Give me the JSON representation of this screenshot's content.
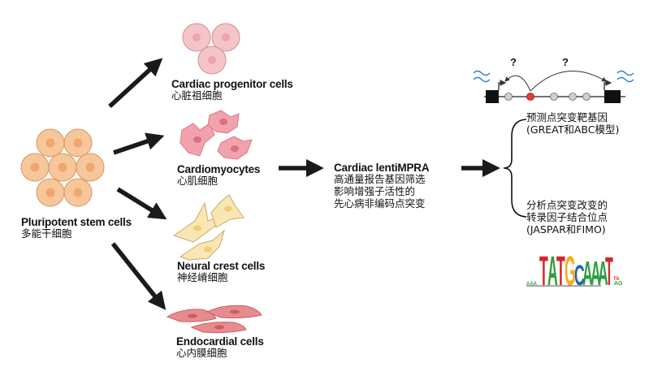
{
  "cell_types": {
    "pluripotent": {
      "en": "Pluripotent stem cells",
      "zh": "多能干细胞"
    },
    "progenitor": {
      "en": "Cardiac progenitor cells",
      "zh": "心脏祖细胞"
    },
    "cardiomyocytes": {
      "en": "Cardiomyocytes",
      "zh": "心肌细胞"
    },
    "neural_crest": {
      "en": "Neural crest cells",
      "zh": "神经嵴细胞"
    },
    "endocardial": {
      "en": "Endocardial cells",
      "zh": "心内膜细胞"
    }
  },
  "assay": {
    "title": "Cardiac lentiMPRA",
    "line1": "高通量报告基因筛选",
    "line2": "影响增强子活性的",
    "line3": "先心病非编码点突变"
  },
  "outcomes": {
    "target_genes": {
      "line1": "预测点突变靶基因",
      "line2": "(GREAT和ABC模型)"
    },
    "tf_binding": {
      "line1": "分析点突变改变的",
      "line2": "转录因子结合位点",
      "line3": "(JASPAR和FIMO)"
    }
  },
  "locus": {
    "question_mark_left": "?",
    "question_mark_right": "?"
  },
  "motif": {
    "main": "TATGCAAAT",
    "left_small": "AAA",
    "right_small": "TA",
    "right_small2": "AG"
  },
  "colors": {
    "stem_cell": "#f6c79a",
    "stem_nucleus": "#f3a56f",
    "progenitor_cell": "#f3c4c8",
    "cardiomyocyte": "#f2a2ad",
    "neural_crest": "#f9e7b3",
    "endocardial": "#e88b8f",
    "arrow": "#1a1a1a",
    "wave": "#2e7fc4",
    "mutation": "#e33b3b",
    "motif_T": "#d7262a",
    "motif_A": "#2f9e3f",
    "motif_G": "#f5b021",
    "motif_C": "#1f63b3"
  }
}
